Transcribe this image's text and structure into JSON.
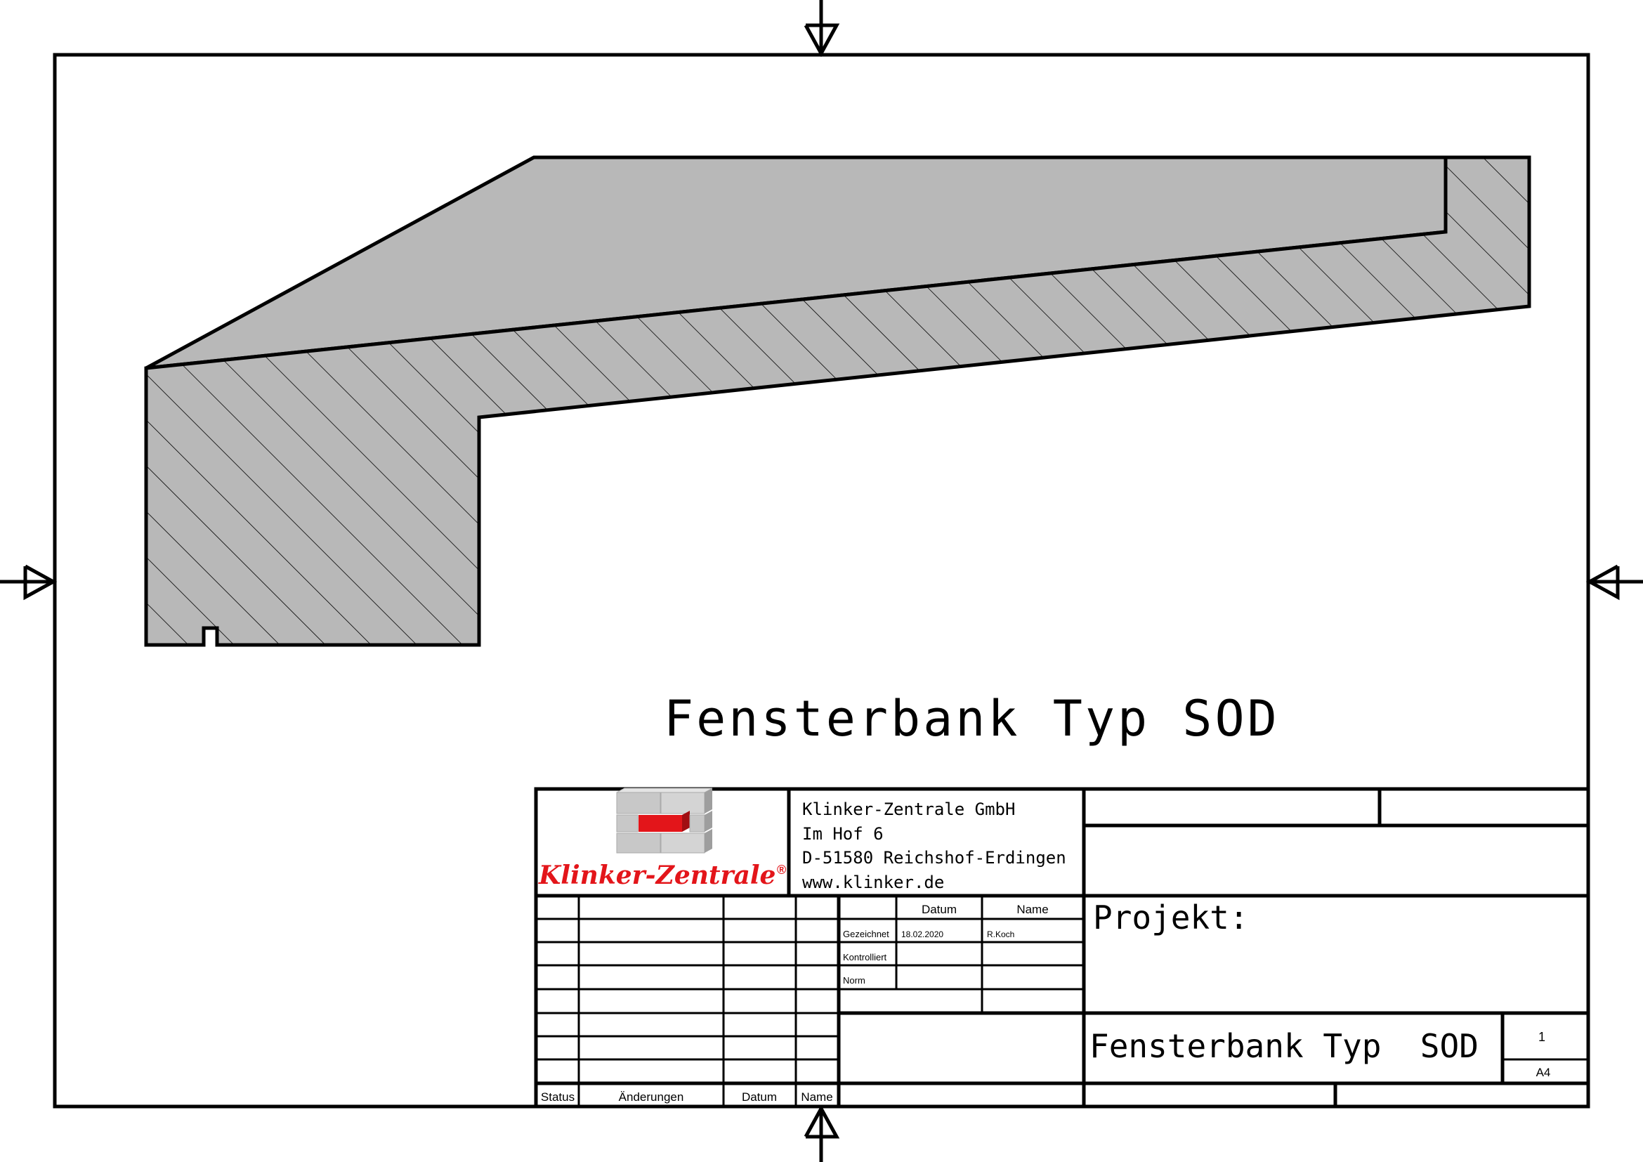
{
  "drawing": {
    "main_title": "Fensterbank Typ SOD"
  },
  "company": {
    "logo_text": "Klinker-Zentrale",
    "logo_registered": "®",
    "name": "Klinker-Zentrale GmbH",
    "street": "Im Hof 6",
    "city": "D-51580 Reichshof-Erdingen",
    "website": "www.klinker.de"
  },
  "approval": {
    "datum_header": "Datum",
    "name_header": "Name",
    "rows": [
      {
        "label": "Gezeichnet",
        "date": "18.02.2020",
        "name": "R.Koch"
      },
      {
        "label": "Kontrolliert",
        "date": "",
        "name": ""
      },
      {
        "label": "Norm",
        "date": "",
        "name": ""
      }
    ]
  },
  "revisions": {
    "status_header": "Status",
    "changes_header": "Änderungen",
    "date_header": "Datum",
    "name_header": "Name"
  },
  "project": {
    "label": "Projekt:"
  },
  "titleblock": {
    "title": "Fensterbank Typ  SOD",
    "sheet_number": "1",
    "paper_format": "A4"
  },
  "colors": {
    "section_fill": "#b8b8b8",
    "logo_red": "#e3151a",
    "logo_grey": "#c8c8c8",
    "line": "#000000"
  }
}
